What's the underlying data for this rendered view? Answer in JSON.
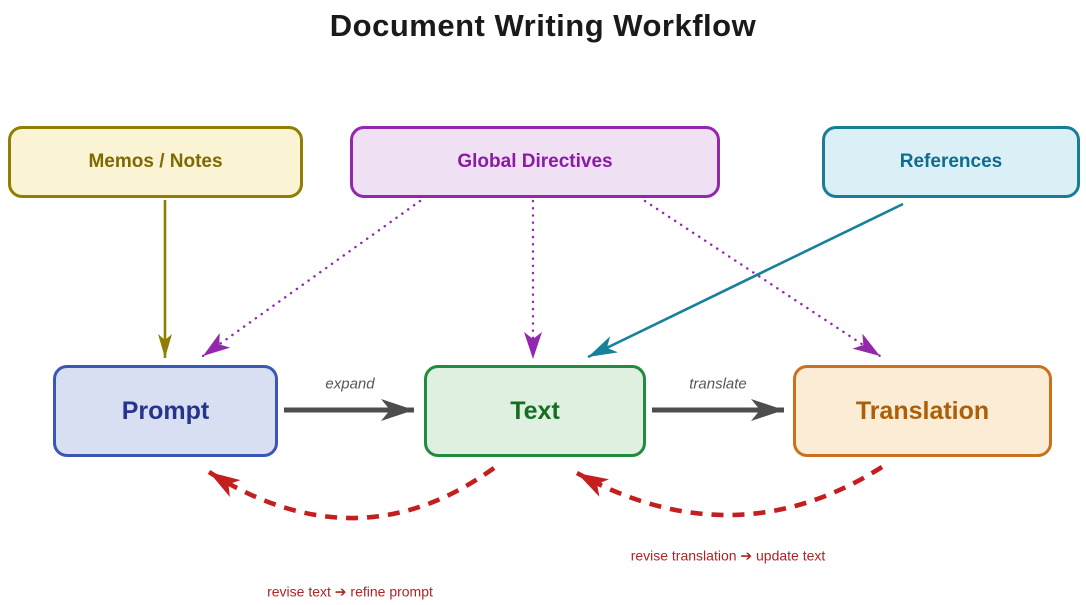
{
  "title": "Document Writing Workflow",
  "nodes": {
    "memos": {
      "label": "Memos / Notes",
      "border_color": "#8f7e00",
      "fill_color": "#faf3d4",
      "text_color": "#7d6a00"
    },
    "global_directives": {
      "label": "Global Directives",
      "border_color": "#9328ae",
      "fill_color": "#efe0f4",
      "text_color": "#8b1aa6"
    },
    "references": {
      "label": "References",
      "border_color": "#1a7d96",
      "fill_color": "#daf0f6",
      "text_color": "#0f6c8c"
    },
    "prompt": {
      "label": "Prompt",
      "border_color": "#3b57b5",
      "fill_color": "#d8dff2",
      "text_color": "#27348b"
    },
    "text": {
      "label": "Text",
      "border_color": "#218c3f",
      "fill_color": "#dff0e1",
      "text_color": "#156e22"
    },
    "translation": {
      "label": "Translation",
      "border_color": "#c9711c",
      "fill_color": "#faecd5",
      "text_color": "#ad5f08"
    }
  },
  "edges": {
    "memos_to_prompt": {
      "style": "solid",
      "color": "#8f7e00"
    },
    "global_to_prompt": {
      "style": "dotted",
      "color": "#9328ae"
    },
    "global_to_text": {
      "style": "dotted",
      "color": "#9328ae"
    },
    "global_to_translation": {
      "style": "dotted",
      "color": "#9328ae"
    },
    "references_to_text": {
      "style": "solid",
      "color": "#17809a"
    },
    "prompt_to_text": {
      "label": "expand",
      "style": "solid",
      "color": "#4d4d4d",
      "label_color": "#54585c"
    },
    "text_to_translation": {
      "label": "translate",
      "style": "solid",
      "color": "#4d4d4d",
      "label_color": "#54585c"
    },
    "text_to_prompt": {
      "label": "revise text ➔ refine prompt",
      "style": "dashed",
      "color": "#c41e1e",
      "label_color": "#b22222"
    },
    "translation_to_text": {
      "label": "revise translation ➔ update text",
      "style": "dashed",
      "color": "#c41e1e",
      "label_color": "#b22222"
    }
  }
}
